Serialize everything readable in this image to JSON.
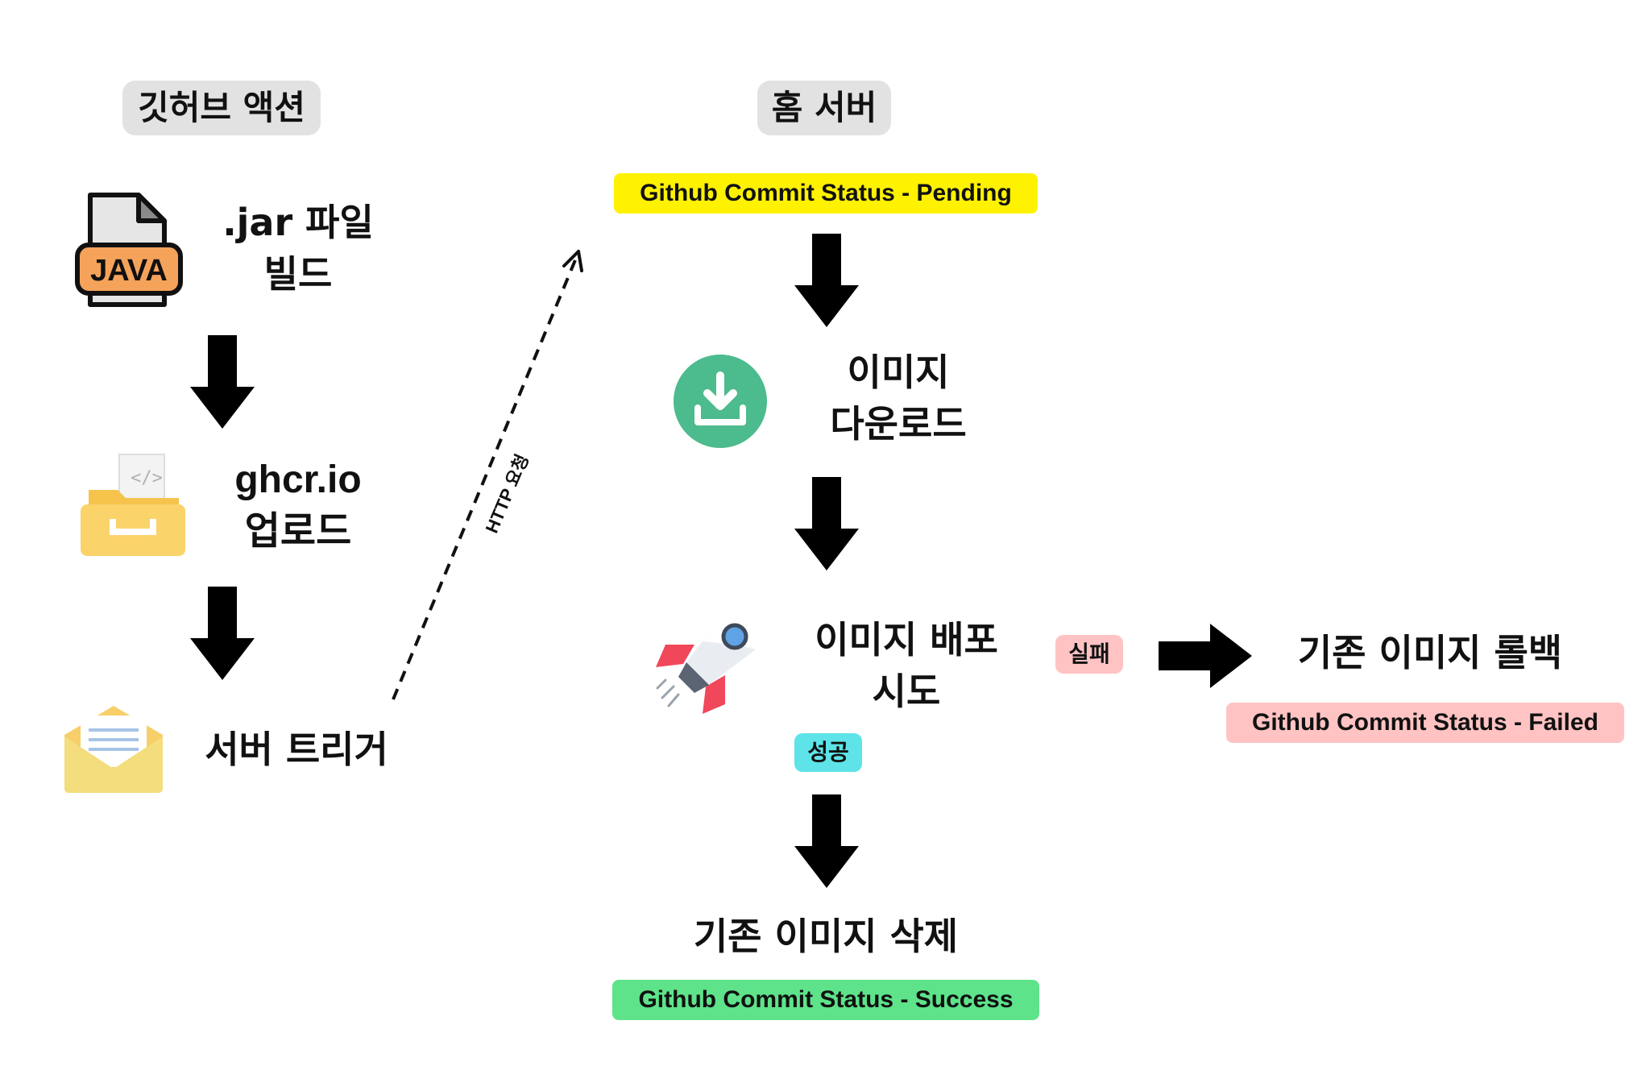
{
  "left": {
    "header": "깃허브 액션",
    "steps": [
      {
        "label": ".jar 파일\n빌드",
        "icon": "java-file-icon"
      },
      {
        "label": "ghcr.io\n업로드",
        "icon": "folder-code-icon"
      },
      {
        "label": "서버 트리거",
        "icon": "envelope-icon"
      }
    ]
  },
  "connector": {
    "label": "HTTP 요청"
  },
  "right": {
    "header": "홈 서버",
    "status_pending": "Github Commit Status - Pending",
    "steps": [
      {
        "label": "이미지\n다운로드",
        "icon": "download-icon"
      },
      {
        "label": "이미지 배포\n시도",
        "icon": "rocket-icon"
      },
      {
        "label": "기존 이미지 삭제"
      }
    ],
    "success_tag": "성공",
    "status_success": "Github Commit Status - Success"
  },
  "failure": {
    "tag": "실패",
    "label": "기존 이미지 롤백",
    "status_failed": "Github Commit Status - Failed"
  },
  "colors": {
    "pending": "#fff200",
    "success": "#5ee38a",
    "failed": "#ffc3c3",
    "success_tag": "#5de3e8",
    "failure_tag": "#ffc3c3",
    "header_bg": "#e2e2e2",
    "arrow": "#000000"
  }
}
